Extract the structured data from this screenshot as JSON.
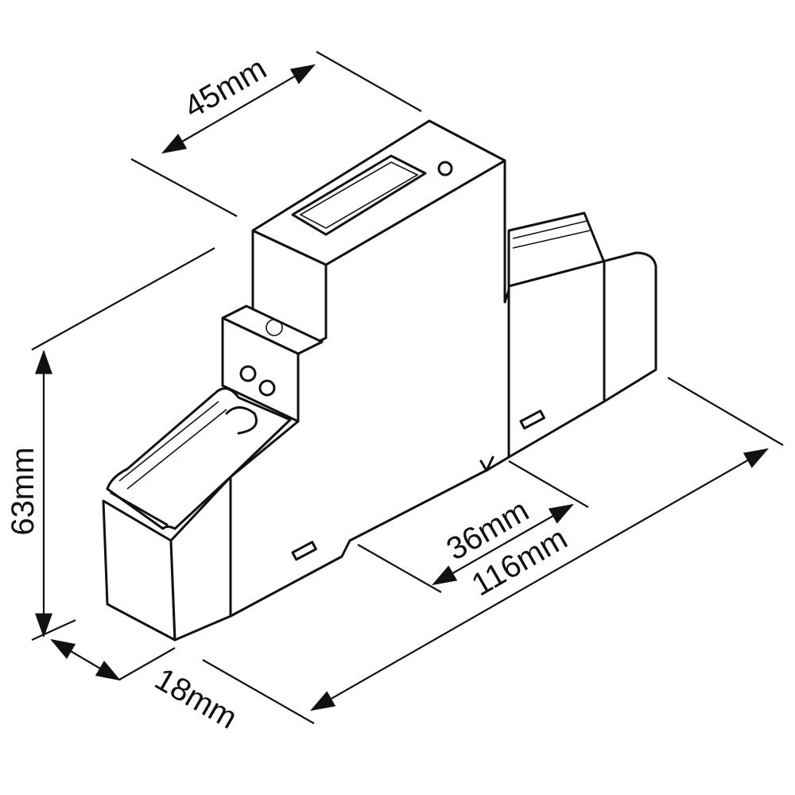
{
  "title": "DIN rail energy meter dimension drawing",
  "dimensions": {
    "width_top": "45mm",
    "height": "63mm",
    "depth": "18mm",
    "rail_clip": "36mm",
    "length": "116mm"
  },
  "colors": {
    "line": "#111111",
    "background": "#ffffff"
  }
}
